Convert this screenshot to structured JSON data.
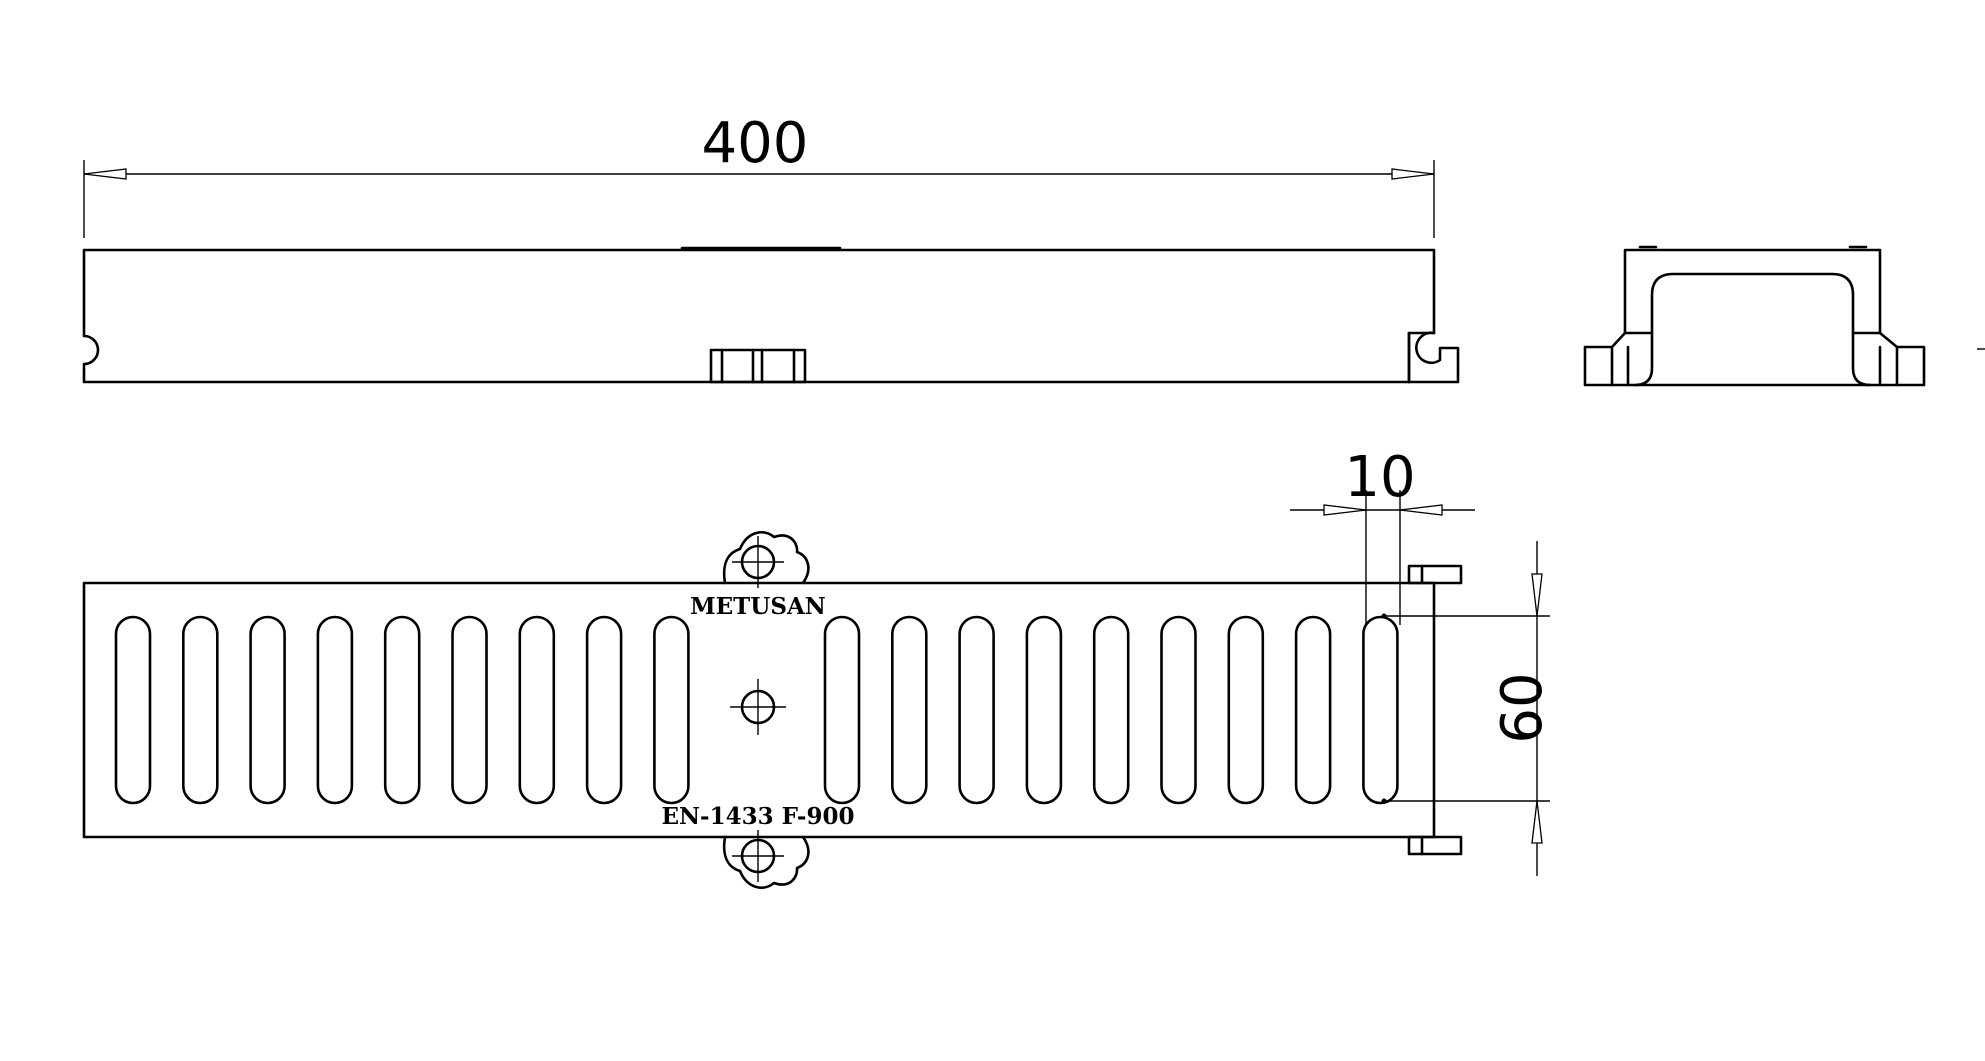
{
  "drawing": {
    "dimensions": {
      "overall_length": "400",
      "slot_pitch": "10",
      "slot_length": "60"
    },
    "markings": {
      "manufacturer": "METUSAN",
      "standard": "EN-1433 F-900"
    },
    "line_color": "#000000",
    "background_color": "#ffffff"
  }
}
